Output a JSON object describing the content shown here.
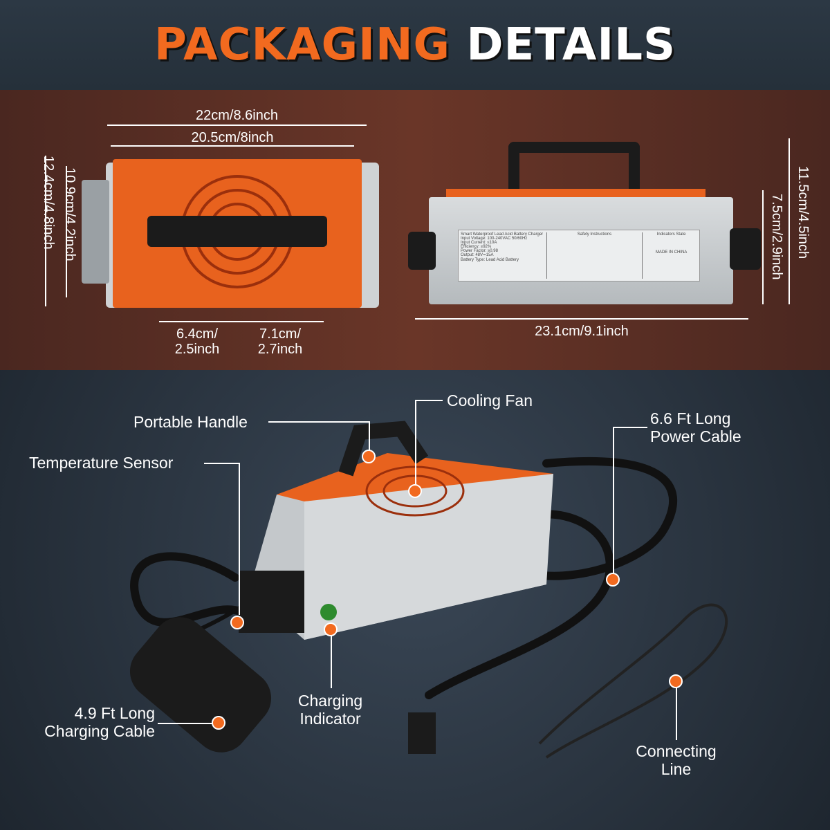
{
  "title": {
    "part1": "PACKAGING",
    "part2": "DETAILS"
  },
  "colors": {
    "accent": "#f26a1f",
    "band": "#5a2e25",
    "background": "#26303b"
  },
  "top_view": {
    "width_outer": "22cm/8.6inch",
    "width_inner": "20.5cm/8inch",
    "height_outer": "12.4cm/4.8inch",
    "height_inner": "10.9cm/4.2inch",
    "bottom_left": "6.4cm/\n2.5inch",
    "bottom_right": "7.1cm/\n2.7inch",
    "bottom_left_1": "6.4cm/",
    "bottom_left_2": "2.5inch",
    "bottom_right_1": "7.1cm/",
    "bottom_right_2": "2.7inch"
  },
  "side_view": {
    "length": "23.1cm/9.1inch",
    "height_outer": "11.5cm/4.5inch",
    "height_inner": "7.5cm/2.9inch",
    "label_title": "Smart Waterproof Lead Acid Battery Charger",
    "label_lines": [
      "Input Voltage: 100-240VAC 50/60Hz",
      "Input Current: ≤10A",
      "Efficiency: ≥92%",
      "Power Factor: ≥0.98",
      "Output: 48V⎓15A",
      "Battery Type: Lead Acid Battery"
    ],
    "safety_title": "Safety Instructions",
    "indicator_title": "Indicators State",
    "made_in": "MADE IN CHINA"
  },
  "callouts": {
    "cooling_fan": "Cooling Fan",
    "portable_handle": "Portable Handle",
    "power_cable_1": "6.6 Ft Long",
    "power_cable_2": "Power Cable",
    "temperature_sensor": "Temperature Sensor",
    "charging_indicator_1": "Charging",
    "charging_indicator_2": "Indicator",
    "charging_cable_1": "4.9 Ft Long",
    "charging_cable_2": "Charging Cable",
    "connecting_line_1": "Connecting",
    "connecting_line_2": "Line"
  }
}
